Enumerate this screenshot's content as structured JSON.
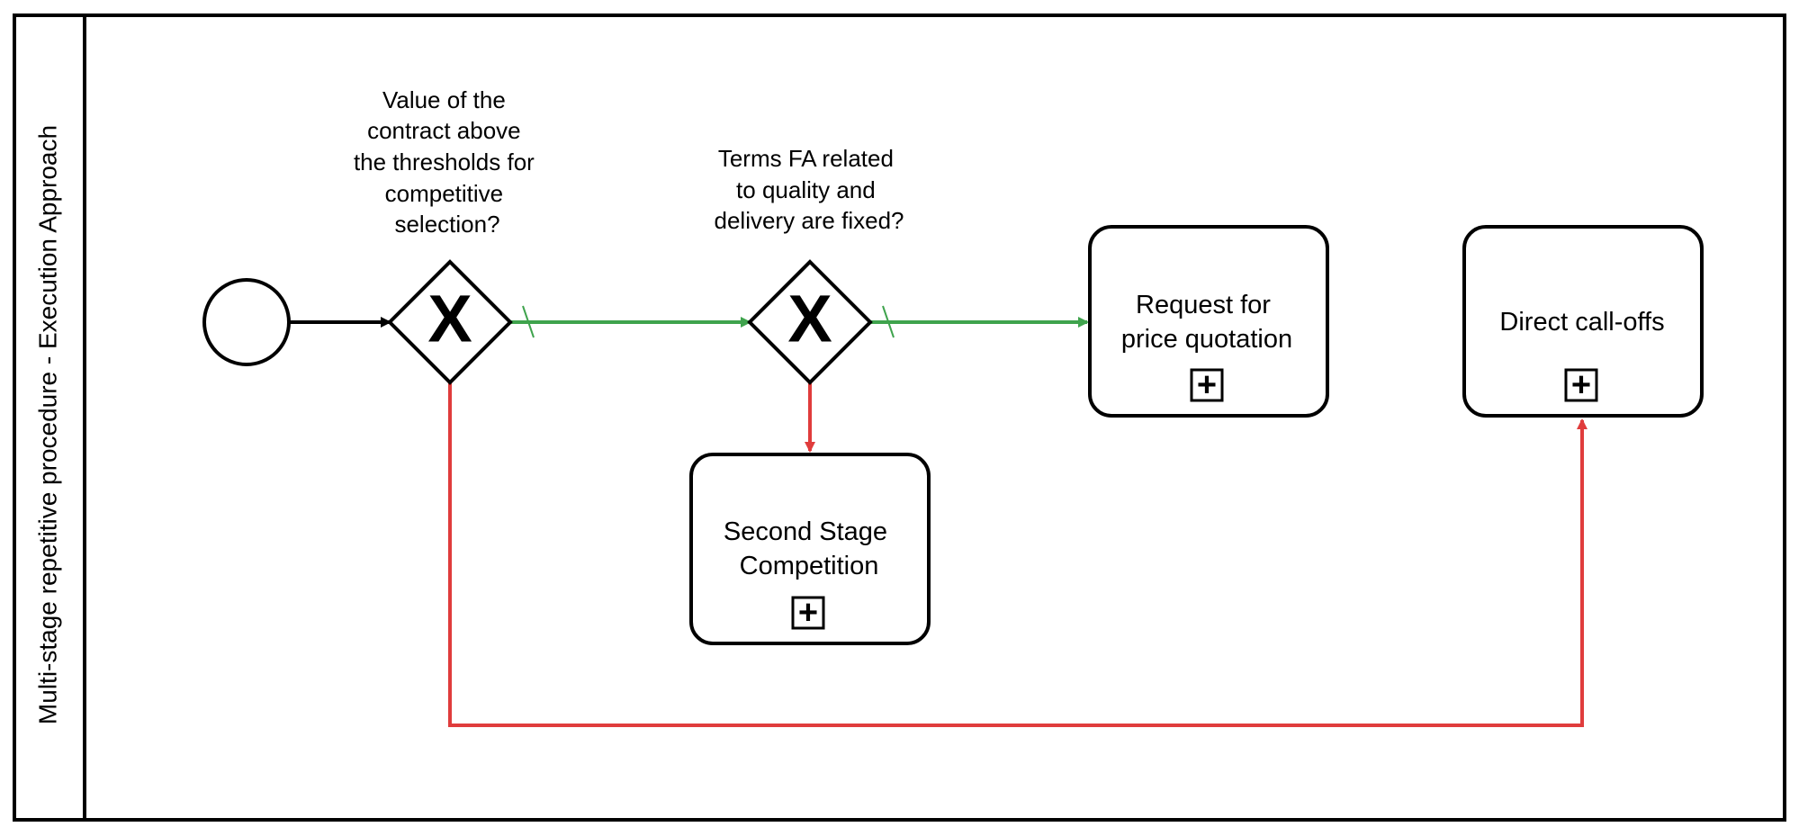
{
  "pool": {
    "label": "Multi-stage repetitive procedure - Execution Approach"
  },
  "gateways": {
    "threshold": {
      "marker": "X",
      "question_lines": [
        "Value of the",
        "contract above",
        "the thresholds for",
        "competitive",
        "selection?"
      ]
    },
    "terms": {
      "marker": "X",
      "question_lines": [
        "Terms FA related",
        "to quality and",
        "delivery are fixed?"
      ]
    }
  },
  "tasks": {
    "request_quotation": {
      "lines": [
        "Request for",
        "price quotation"
      ],
      "marker": "+"
    },
    "direct_calloffs": {
      "lines": [
        "Direct call-offs"
      ],
      "marker": "+"
    },
    "second_stage": {
      "lines": [
        "Second Stage",
        "Competition"
      ],
      "marker": "+"
    }
  },
  "colors": {
    "stroke": "#000000",
    "yes_flow": "#3fa34d",
    "no_flow": "#e03c3c",
    "background": "#ffffff"
  },
  "icons": {
    "start_event": "circle-icon",
    "gateway": "exclusive-gateway-x-icon",
    "subprocess": "collapsed-subprocess-plus-icon",
    "default_flow": "slash-marker-icon"
  }
}
